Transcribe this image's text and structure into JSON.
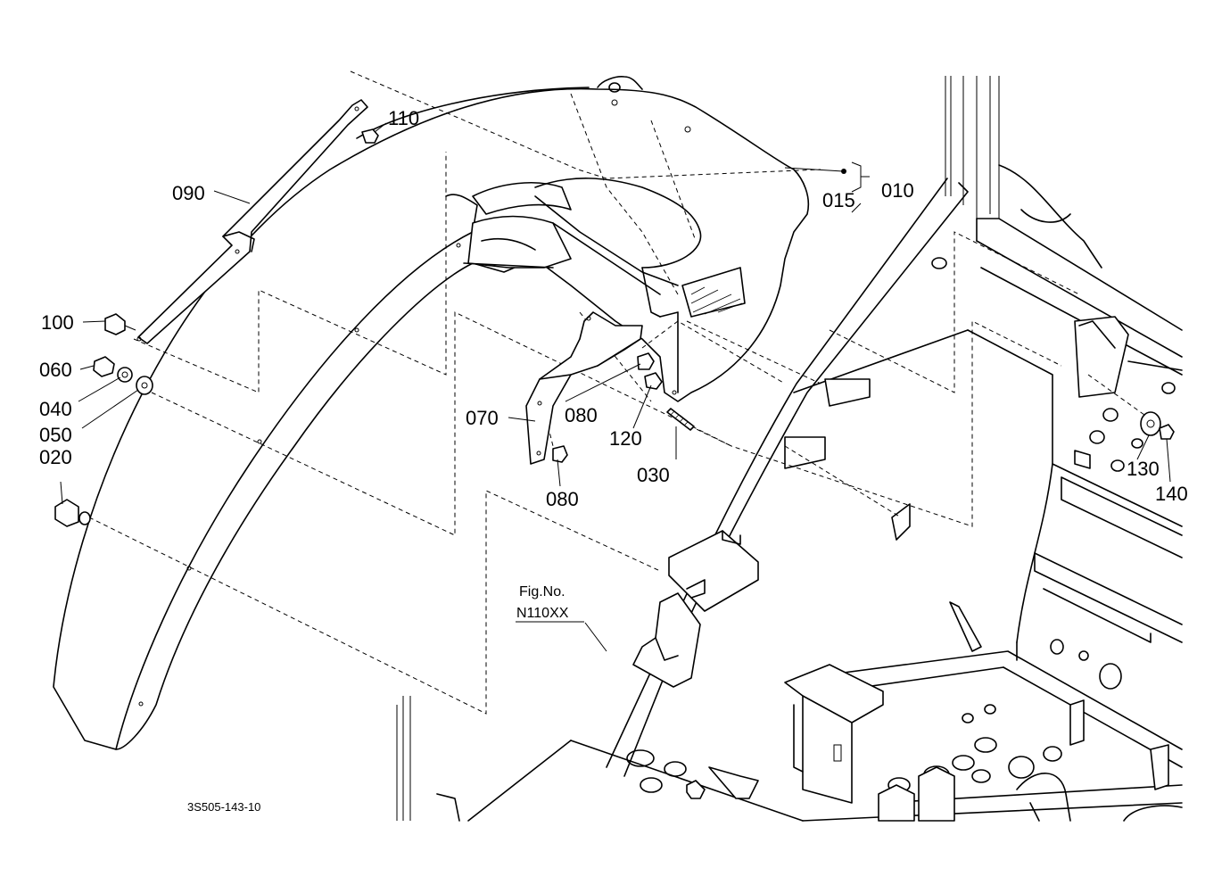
{
  "diagram": {
    "parts": [
      {
        "id": "p110",
        "number": "110"
      },
      {
        "id": "p090",
        "number": "090"
      },
      {
        "id": "p100",
        "number": "100"
      },
      {
        "id": "p060",
        "number": "060"
      },
      {
        "id": "p040",
        "number": "040"
      },
      {
        "id": "p050",
        "number": "050"
      },
      {
        "id": "p020",
        "number": "020"
      },
      {
        "id": "p015",
        "number": "015"
      },
      {
        "id": "p010",
        "number": "010"
      },
      {
        "id": "p070",
        "number": "070"
      },
      {
        "id": "p080a",
        "number": "080"
      },
      {
        "id": "p080b",
        "number": "080"
      },
      {
        "id": "p120",
        "number": "120"
      },
      {
        "id": "p030",
        "number": "030"
      },
      {
        "id": "p130",
        "number": "130"
      },
      {
        "id": "p140",
        "number": "140"
      }
    ],
    "fig_ref": {
      "line1": "Fig.No.",
      "line2": "N110XX"
    },
    "drawing_code": "3S505-143-10"
  }
}
